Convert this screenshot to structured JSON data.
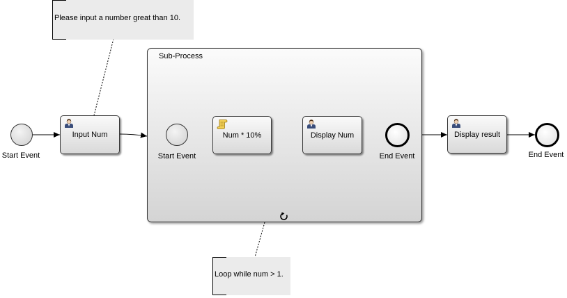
{
  "annotations": {
    "input_note": "Please input a number great than 10.",
    "loop_note": "Loop while num > 1."
  },
  "subprocess": {
    "label": "Sub-Process"
  },
  "tasks": {
    "input_num": "Input Num",
    "num_percent": "Num * 10%",
    "display_num": "Display Num",
    "display_result": "Display result"
  },
  "events": {
    "start_main": "Start Event",
    "start_sub": "Start Event",
    "end_sub": "End Event",
    "end_main": "End Event"
  },
  "icons": {
    "user_task": "user-task-icon",
    "script_task": "script-task-icon",
    "loop_marker": "loop-marker-icon"
  }
}
